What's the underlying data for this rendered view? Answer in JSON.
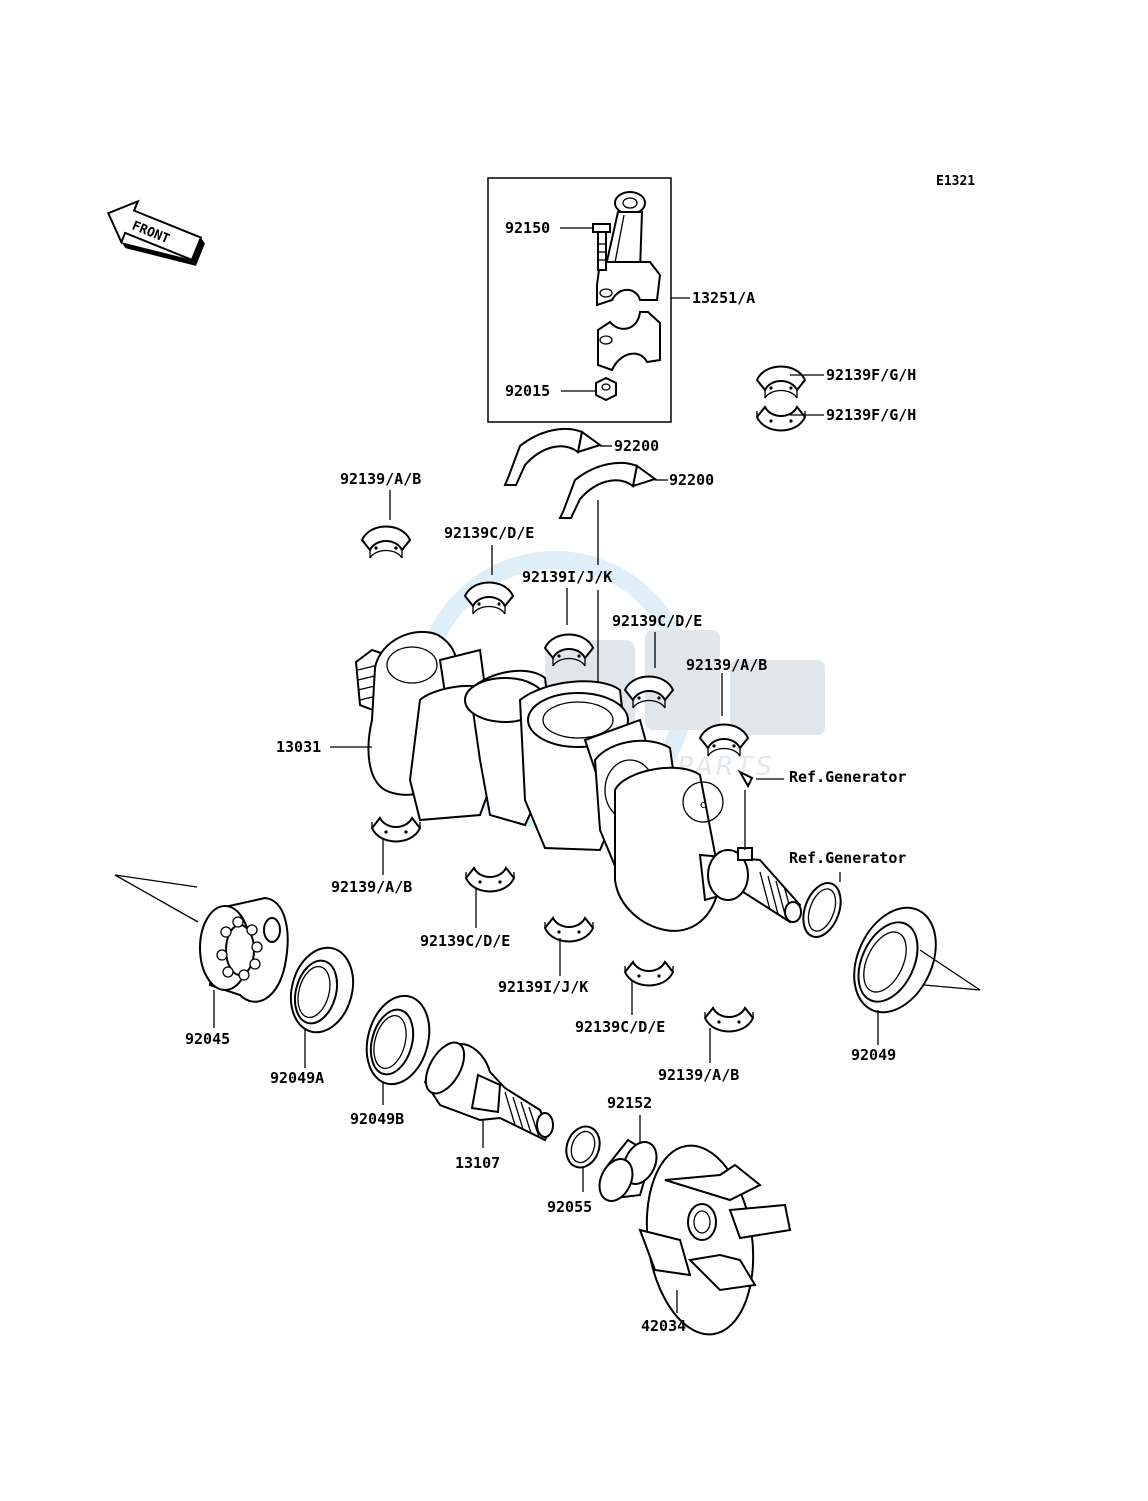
{
  "figure_code": "E1321",
  "front_arrow": {
    "label": "FRONT",
    "icon": "front-arrow-icon"
  },
  "watermark": {
    "logo": "GSM",
    "text": "MOTORPARTS"
  },
  "callouts": {
    "c92150": "92150",
    "c13251": "13251/A",
    "c92015": "92015",
    "c92139fgh_1": "92139F/G/H",
    "c92139fgh_2": "92139F/G/H",
    "c92200_1": "92200",
    "c92200_2": "92200",
    "c92139ab_1": "92139/A/B",
    "c92139cde_1": "92139C/D/E",
    "c92139ijk_1": "92139I/J/K",
    "c92139cde_2": "92139C/D/E",
    "c92139ab_2": "92139/A/B",
    "c13031": "13031",
    "c_ref_gen_1": "Ref.Generator",
    "c_ref_gen_2": "Ref.Generator",
    "c92139ab_3": "92139/A/B",
    "c92139cde_3": "92139C/D/E",
    "c92139ijk_2": "92139I/J/K",
    "c92139cde_4": "92139C/D/E",
    "c92139ab_4": "92139/A/B",
    "c92045": "92045",
    "c92049a": "92049A",
    "c92049b": "92049B",
    "c13107": "13107",
    "c92152": "92152",
    "c92055": "92055",
    "c42034": "42034",
    "c92049": "92049"
  }
}
